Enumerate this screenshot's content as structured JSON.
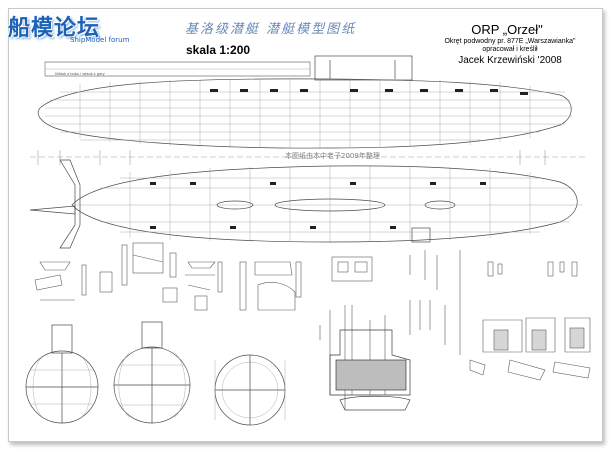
{
  "watermark": {
    "logo_text": "船模论坛",
    "logo_sub": "ShipModel forum"
  },
  "header": {
    "chinese_title": "基洛级潜艇   潜艇模型图纸",
    "scale_label": "skala 1:200"
  },
  "title_block": {
    "title": "ORP „Orzeł\"",
    "description": "Okręt podwodny pr. 877E „Warszawianka\"",
    "credit": "opracował i kreślił",
    "author": "Jacek Krzewiński '2008"
  },
  "annotations": {
    "middle_note": "本图纸由本中老子2009年整理",
    "small_note": "Widok z boku / widok z góry"
  },
  "colors": {
    "line": "#4a4a4a",
    "watermark_blue": "#1c62b8",
    "title_blue": "#6a89b6",
    "frame_shadow": "#bdbdbd"
  }
}
